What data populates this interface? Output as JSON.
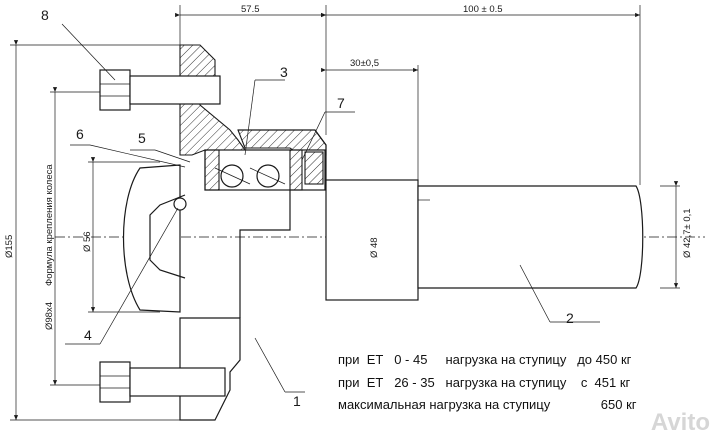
{
  "callouts": [
    "8",
    "3",
    "7",
    "6",
    "5",
    "4",
    "1",
    "2"
  ],
  "dimensions": {
    "d575": "57.5",
    "d100": "100 ± 0.5",
    "d30": "30±0,5",
    "d155": "Ø155",
    "d98": "Ø98x4",
    "formula": "Формула крепления колеса",
    "d56": "Ø 56",
    "d48": "Ø 48",
    "d42": "Ø 42,7± 0,1"
  },
  "notes": [
    "при  ЕТ   0 - 45     нагрузка на ступицу   до 450 кг",
    "при  ЕТ   26 - 35   нагрузка на ступицу    с  451 кг",
    "максимальная нагрузка на ступицу              650 кг"
  ],
  "watermark": "Avito"
}
